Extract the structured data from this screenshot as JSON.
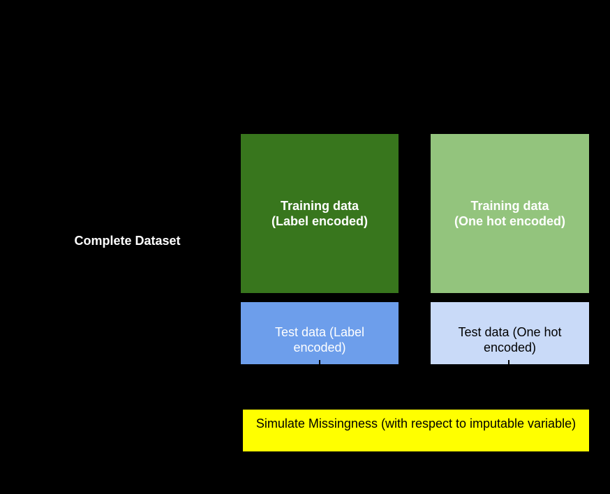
{
  "diagram": {
    "background": "#000000",
    "complete_dataset_label": {
      "text": "Complete Dataset",
      "text_color": "#ffffff"
    },
    "boxes": {
      "training_label_encoded": {
        "text": "Training data\n(Label encoded)",
        "fill": "#38761d",
        "text_color": "#ffffff"
      },
      "training_one_hot_encoded": {
        "text": "Training data\n(One hot encoded)",
        "fill": "#93c47d",
        "text_color": "#ffffff"
      },
      "test_label_encoded": {
        "text": "Test data (Label\nencoded)",
        "fill": "#6d9eeb",
        "text_color": "#ffffff"
      },
      "test_one_hot_encoded": {
        "text": "Test data (One hot\nencoded)",
        "fill": "#c9daf8",
        "text_color": "#000000"
      },
      "simulate_missingness": {
        "text": "Simulate Missingness (with respect to imputable variable)",
        "fill": "#ffff00",
        "text_color": "#000000"
      }
    }
  }
}
